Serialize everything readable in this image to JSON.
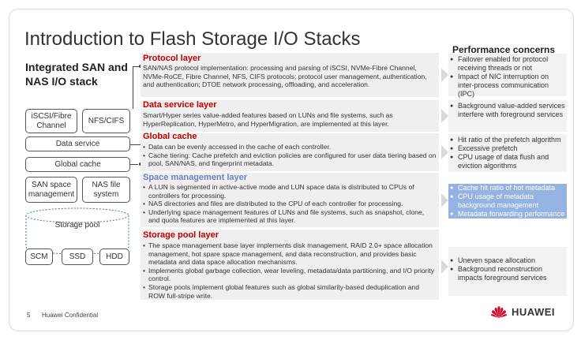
{
  "slide": {
    "title": "Introduction to Flash Storage I/O Stacks",
    "page_number": "5",
    "confidential": "Huawei Confidential",
    "logo_text": "HUAWEI"
  },
  "stack": {
    "title": "Integrated SAN and NAS I/O stack",
    "iscsi": "iSCSI/Fibre Channel",
    "nfs": "NFS/CIFS",
    "data_service": "Data service",
    "global_cache": "Global cache",
    "san_space_management": "SAN space management",
    "nas_file_system": "NAS file system",
    "storage_pool": "Storage pool",
    "scm": "SCM",
    "ssd": "SSD",
    "hdd": "HDD"
  },
  "layers": {
    "protocol": {
      "title": "Protocol layer",
      "text": "SAN/NAS protocol implementation: processing and parsing of iSCSI, NVMe-Fibre Channel, NVMe-RoCE, Fibre Channel, NFS, CIFS protocols; protocol user management, authentication, and authentication; DTOE network processing, offloading, and acceleration."
    },
    "data_service": {
      "title": "Data service layer",
      "text": "Smart/Hyper series value-added features based on LUNs and file systems, such as HyperReplication, HyperMetro, and HyperMigration, are implemented at this layer."
    },
    "global_cache": {
      "title": "Global cache",
      "bullets": [
        "Data can be evenly accessed in the cache of each controller.",
        "Cache tiering: Cache prefetch and eviction policies are configured for user data tiering based on pool, SAN/NAS, and fingerprint metadata."
      ]
    },
    "space_management": {
      "title": "Space management layer",
      "bullets": [
        "A LUN is segmented in active-active mode and LUN space data is distributed to CPUs of controllers for processing.",
        "NAS directories and files are distributed to the CPU of each controller for processing.",
        "Underlying space management features of LUNs and file systems, such as snapshot, clone, and quota features are implemented at this layer."
      ]
    },
    "storage_pool": {
      "title": "Storage pool layer",
      "bullets": [
        "The space management base layer implements disk management, RAID 2.0+ space allocation management, hot spare space management, and data reconstruction, and provides basic metadata and data space allocation mechanisms.",
        "Implements global garbage collection, wear leveling, metadata/data partitioning, and I/O priority control.",
        "Storage pools implement global features such as global similarity-based deduplication and ROW full-stripe write."
      ]
    }
  },
  "performance": {
    "title": "Performance concerns",
    "protocol": [
      "Failover enabled for protocol receiving threads or not",
      "Impact of NIC interruption on inter-process communication (IPC)"
    ],
    "data_service": [
      "Background value-added services interfere with foreground services"
    ],
    "global_cache": [
      "Hit ratio of the prefetch algorithm",
      "Excessive prefetch",
      "CPU usage of data flush and eviction algorithms"
    ],
    "space_management": [
      "Cache hit ratio of hot metadata",
      "CPU usage of metadata background management",
      "Metadata forwarding performance"
    ],
    "storage_pool": [
      "Uneven space allocation",
      "Background reconstruction impacts foreground services"
    ]
  },
  "colors": {
    "layer_title": "#c00000",
    "highlight": "#c9d6ee",
    "perf_highlight": "#95b3e0"
  }
}
